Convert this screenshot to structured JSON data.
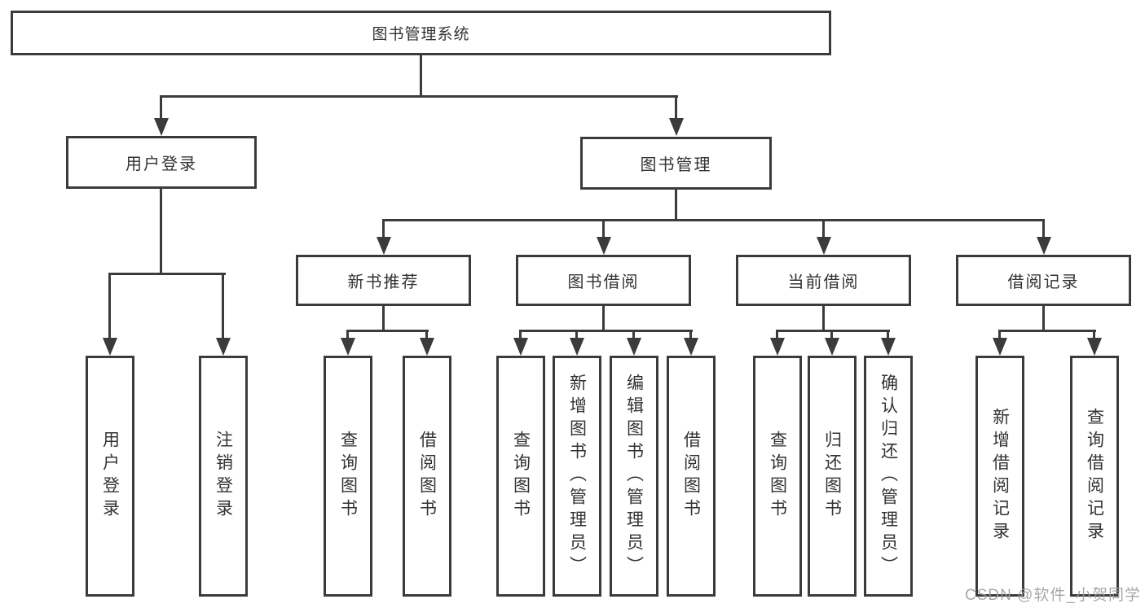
{
  "diagram": {
    "type": "tree",
    "colors": {
      "line": "#3b3b3b",
      "text": "#333333",
      "watermark": "#9e9e9e",
      "background": "#ffffff"
    },
    "watermark": "CSDN @软件_小贺同学",
    "tree": {
      "label": "图书管理系统",
      "children": [
        {
          "label": "用户登录",
          "children": [
            {
              "label": "用户登录"
            },
            {
              "label": "注销登录"
            }
          ]
        },
        {
          "label": "图书管理",
          "children": [
            {
              "label": "新书推荐",
              "children": [
                {
                  "label": "查询图书"
                },
                {
                  "label": "借阅图书"
                }
              ]
            },
            {
              "label": "图书借阅",
              "children": [
                {
                  "label": "查询图书"
                },
                {
                  "label": "新增图书（管理员）"
                },
                {
                  "label": "编辑图书（管理员）"
                },
                {
                  "label": "借阅图书"
                }
              ]
            },
            {
              "label": "当前借阅",
              "children": [
                {
                  "label": "查询图书"
                },
                {
                  "label": "归还图书"
                },
                {
                  "label": "确认归还（管理员）"
                }
              ]
            },
            {
              "label": "借阅记录",
              "children": [
                {
                  "label": "新增借阅记录"
                },
                {
                  "label": "查询借阅记录"
                }
              ]
            }
          ]
        }
      ]
    }
  }
}
